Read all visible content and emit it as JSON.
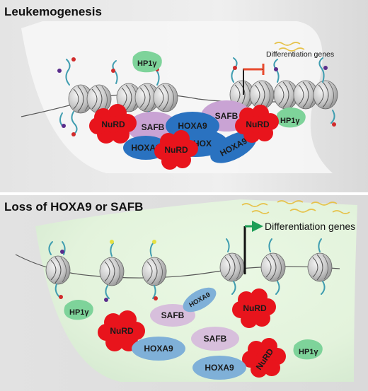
{
  "panels": {
    "top": {
      "title": "Leukemogenesis",
      "gene_label": "Differentiation genes",
      "proteins": {
        "hp1_left": "HP1γ",
        "hp1_right": "HP1γ",
        "nurd_left": "NuRD",
        "nurd_center": "NuRD",
        "nurd_right": "NuRD",
        "safb_left": "SAFB",
        "safb_right": "SAFB",
        "hoxa9_center": "HOXA9",
        "hoxa9_left": "HOXA9",
        "hoxa9_partial": "HOX",
        "hoxa9_right": "HOXA9"
      }
    },
    "bottom": {
      "title": "Loss of HOXA9 or SAFB",
      "gene_label": "Differentiation genes",
      "proteins": {
        "hp1_left": "HP1γ",
        "hp1_right": "HP1γ",
        "nurd_left": "NuRD",
        "nurd_mid": "NuRD",
        "nurd_right": "NuRD",
        "safb_1": "SAFB",
        "safb_2": "SAFB",
        "hoxa9_small": "HOXA9",
        "hoxa9_mid": "HOXA9",
        "hoxa9_bottom": "HOXA9"
      }
    }
  },
  "colors": {
    "nurd": "#e8141c",
    "safb": "#c9a3d4",
    "hoxa9_repress": "#2a72c0",
    "hoxa9_free": "#7fb0d8",
    "hp1": "#7ed39a",
    "gene_mark": "#e6c24a",
    "repress_bar": "#e84a2e",
    "activate_arrow": "#1e9e57",
    "nucleosome": "#b8b8b8"
  }
}
